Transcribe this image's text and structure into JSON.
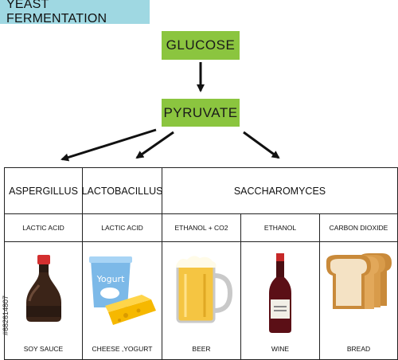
{
  "title": "YEAST FERMENTATION",
  "nodes": {
    "glucose": "GLUCOSE",
    "pyruvate": "PYRUVATE"
  },
  "colors": {
    "title_banner": "#9fd8e2",
    "node_fill": "#8bc53f",
    "arrow": "#111111"
  },
  "table": {
    "organisms": [
      "ASPERGILLUS",
      "LACTOBACILLUS",
      "SACCHAROMYCES"
    ],
    "products": [
      "LACTIC ACID",
      "LACTIC ACID",
      "ETHANOL + CO2",
      "ETHANOL",
      "CARBON DIOXIDE"
    ],
    "foods": [
      {
        "label": "SOY SAUCE",
        "icon": "soy-sauce-bottle-icon"
      },
      {
        "label": "CHEESE ,YOGURT",
        "icon": "yogurt-cheese-icon"
      },
      {
        "label": "BEER",
        "icon": "beer-mug-icon"
      },
      {
        "label": "WINE",
        "icon": "wine-bottle-icon"
      },
      {
        "label": "BREAD",
        "icon": "bread-slices-icon"
      }
    ]
  },
  "side_id": "#682614807"
}
